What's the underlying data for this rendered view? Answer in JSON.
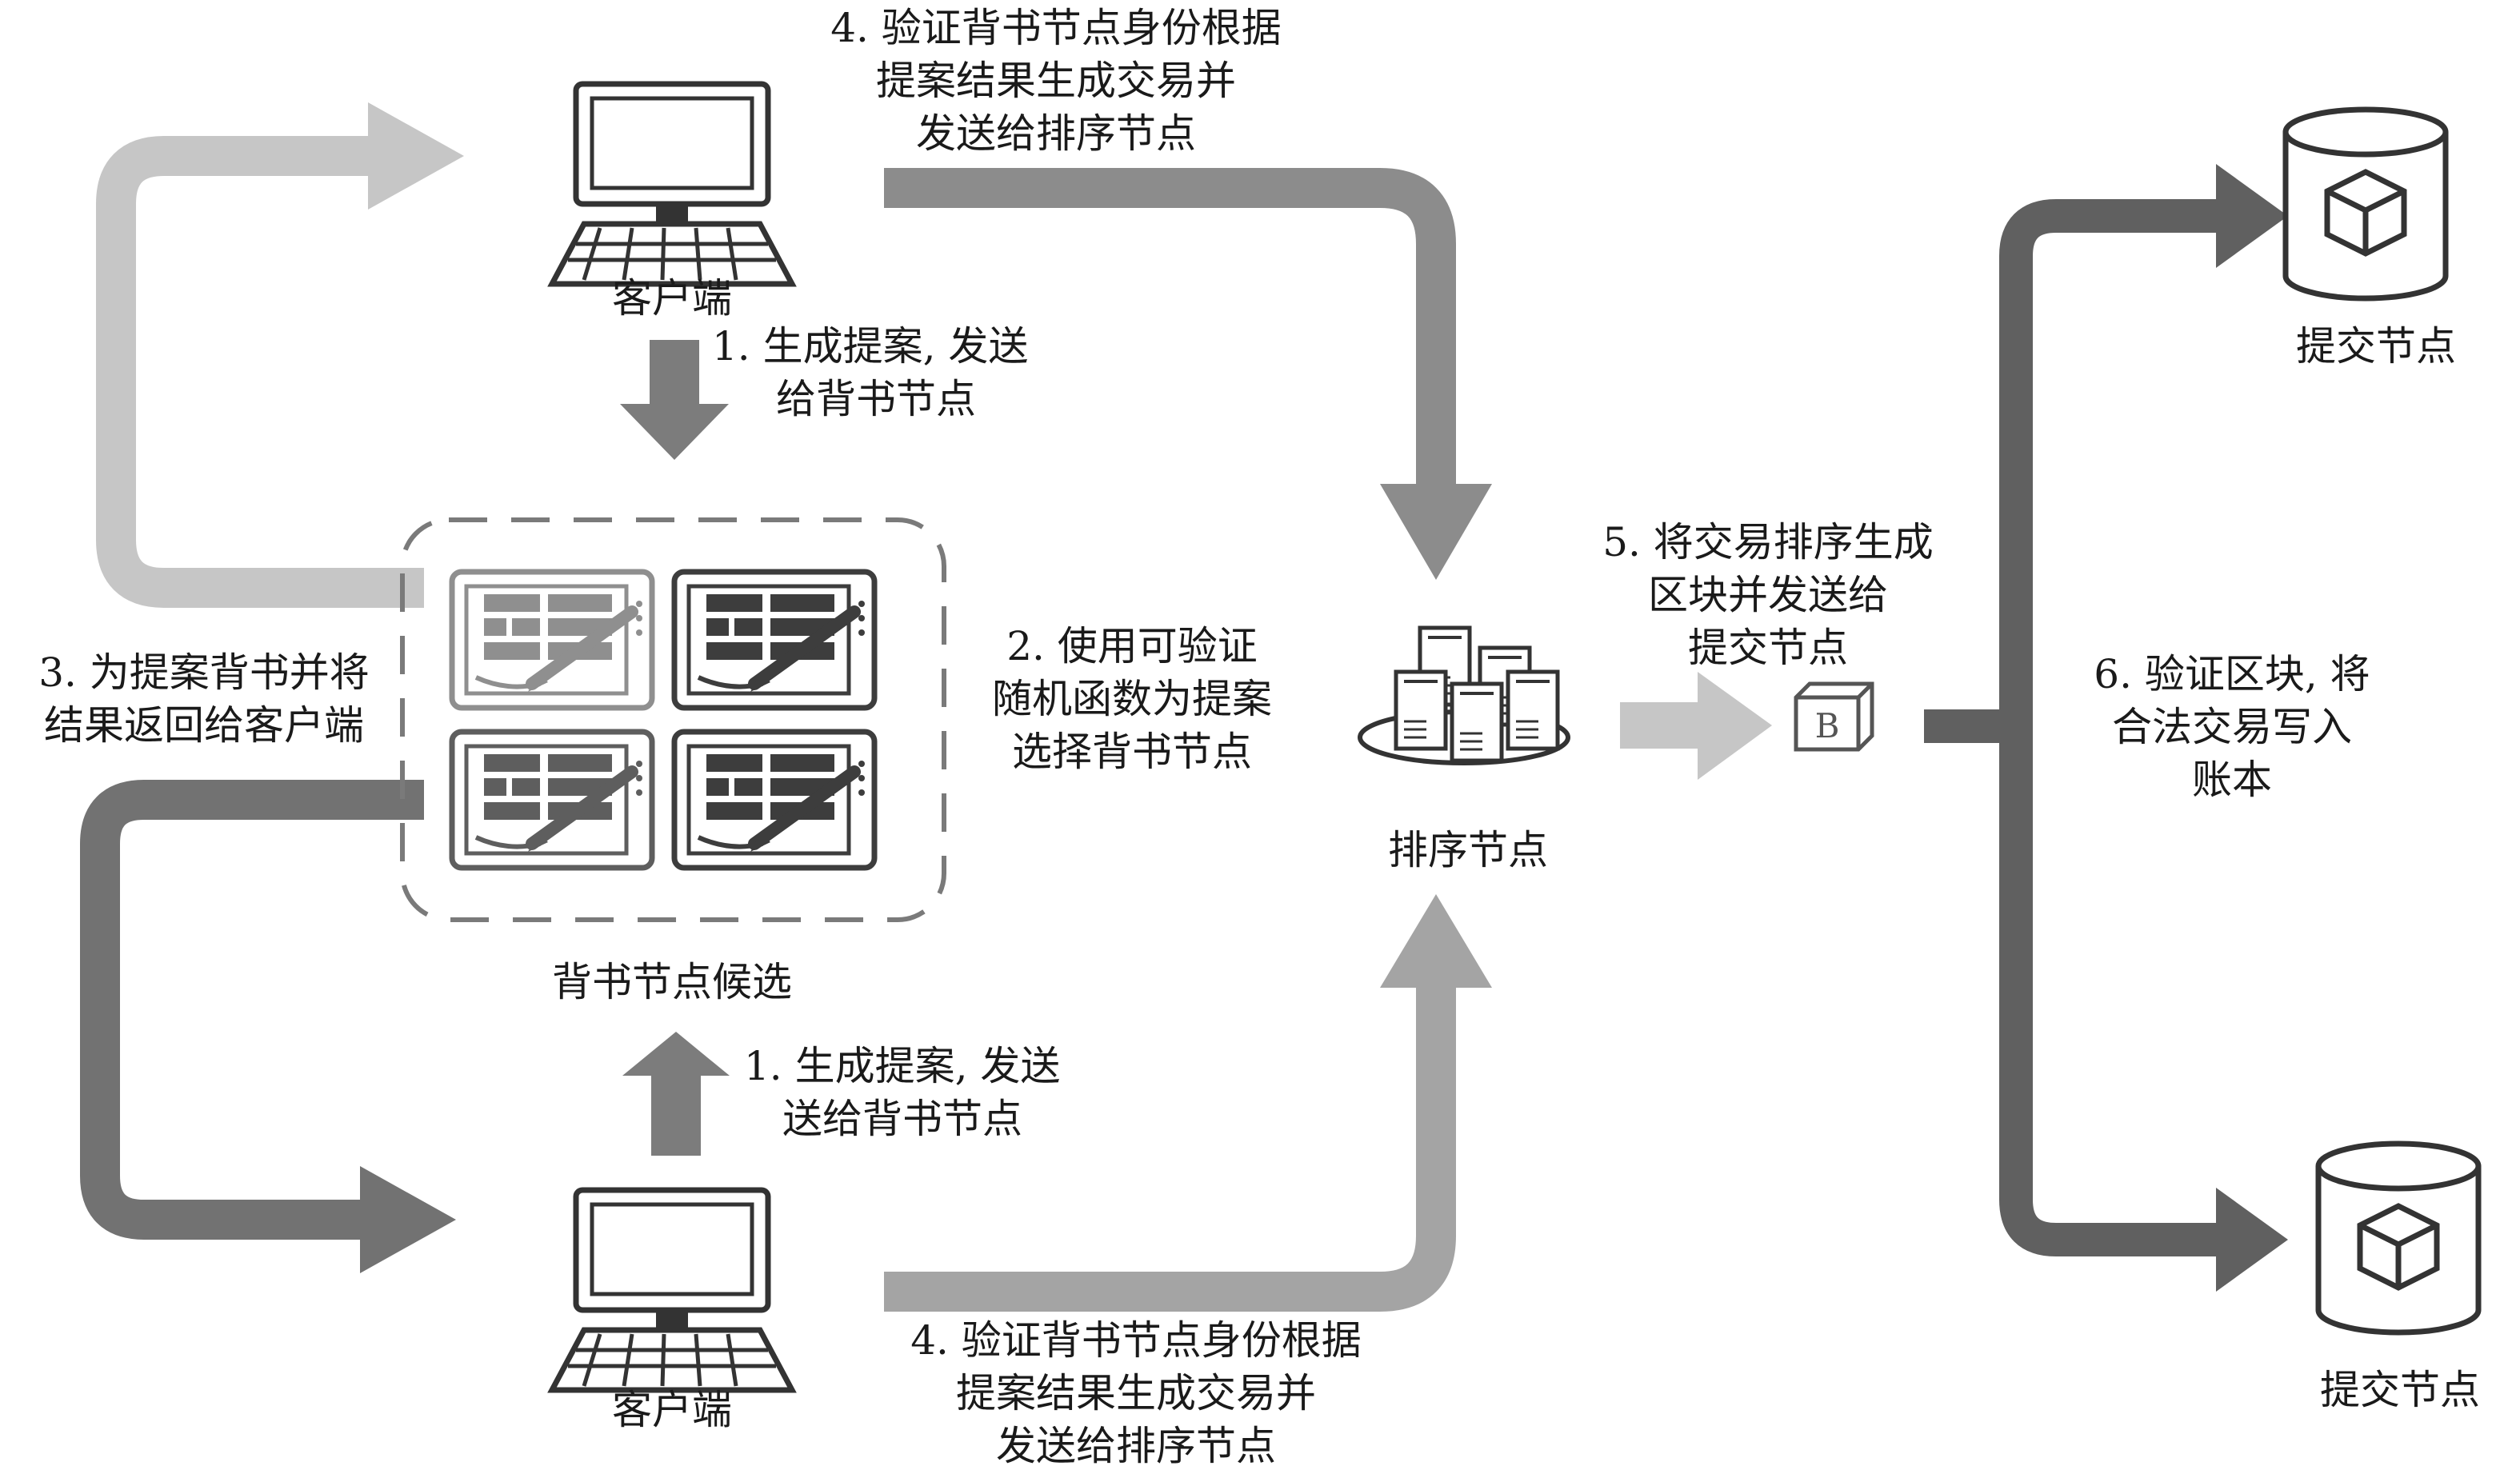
{
  "colors": {
    "light_gray": "#c6c6c6",
    "mid_gray": "#9a9a9a",
    "dark_gray": "#6a6a6a",
    "outline": "#333333"
  },
  "icons": {
    "client_top": "computer-icon",
    "client_bottom": "computer-icon",
    "endorsement_grid": "tablet-icon",
    "orderer": "server-cluster-icon",
    "block": "block-icon",
    "commit_top": "database-icon",
    "commit_bottom": "database-icon"
  },
  "nodes": {
    "client_top": "客户端",
    "client_bottom": "客户端",
    "endorsement_candidates": "背书节点候选",
    "orderer": "排序节点",
    "block_letter": "B",
    "commit_top": "提交节点",
    "commit_bottom": "提交节点"
  },
  "steps": {
    "step1_top": [
      "1. 生成提案, 发送",
      "给背书节点"
    ],
    "step1_bottom": [
      "1. 生成提案, 发送",
      "送给背书节点"
    ],
    "step2": [
      "2. 使用可验证",
      "随机函数为提案",
      "选择背书节点"
    ],
    "step3": [
      "3. 为提案背书并将",
      "结果返回给客户端"
    ],
    "step4_top": [
      "4. 验证背书节点身份根据",
      "提案结果生成交易并",
      "发送给排序节点"
    ],
    "step4_bottom": [
      "4. 验证背书节点身份根据",
      "提案结果生成交易并",
      "发送给排序节点"
    ],
    "step5": [
      "5. 将交易排序生成",
      "区块并发送给",
      "提交节点"
    ],
    "step6": [
      "6. 验证区块, 将",
      "合法交易写入",
      "账本"
    ]
  }
}
